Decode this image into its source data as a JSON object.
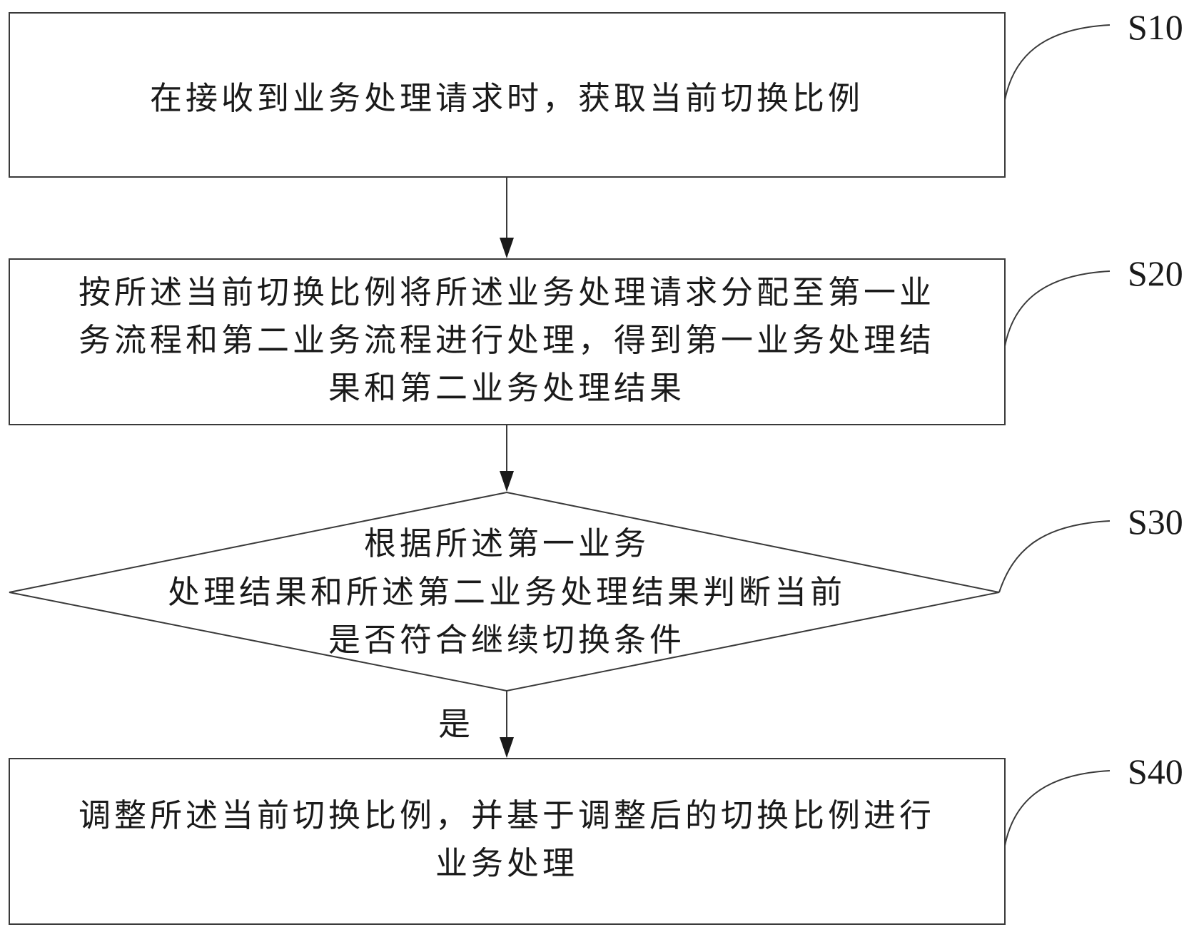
{
  "steps": [
    {
      "id": "S10",
      "label": "S10",
      "lines": [
        "在接收到业务处理请求时，获取当前切换比例"
      ]
    },
    {
      "id": "S20",
      "label": "S20",
      "lines": [
        "按所述当前切换比例将所述业务处理请求分配至第一业",
        "务流程和第二业务流程进行处理，得到第一业务处理结",
        "果和第二业务处理结果"
      ]
    },
    {
      "id": "S30",
      "label": "S30",
      "lines": [
        "根据所述第一业务",
        "处理结果和所述第二业务处理结果判断当前",
        "是否符合继续切换条件"
      ]
    },
    {
      "id": "S40",
      "label": "S40",
      "lines": [
        "调整所述当前切换比例，并基于调整后的切换比例进行",
        "业务处理"
      ]
    }
  ],
  "edges": [
    {
      "from": "S10",
      "to": "S20",
      "label": ""
    },
    {
      "from": "S20",
      "to": "S30",
      "label": ""
    },
    {
      "from": "S30",
      "to": "S40",
      "label": "是"
    }
  ]
}
